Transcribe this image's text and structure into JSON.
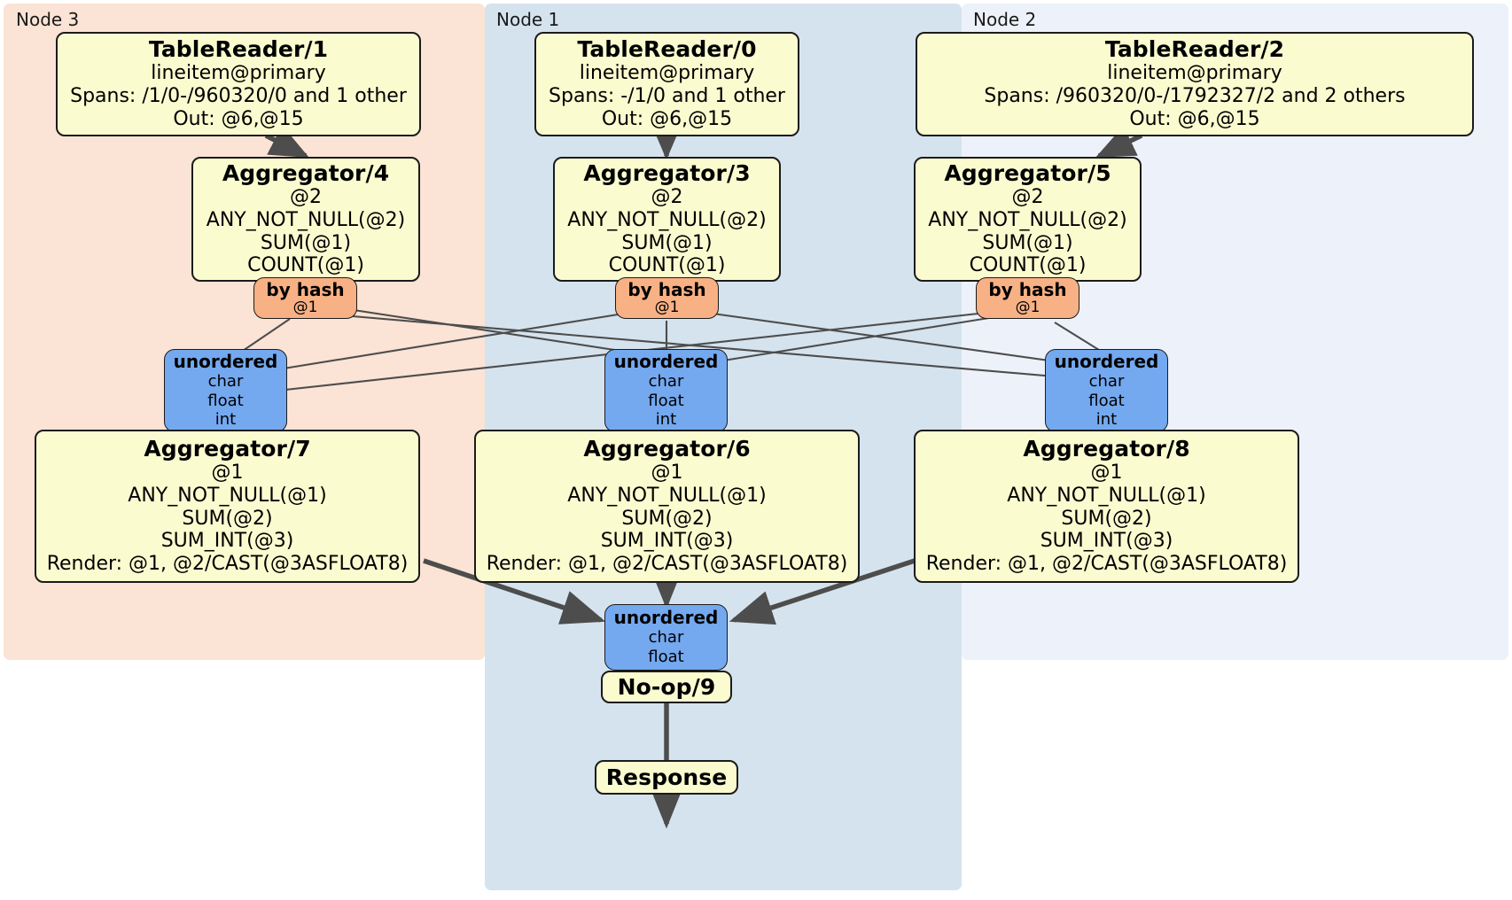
{
  "diagram": {
    "title": "Distributed SQL physical query plan",
    "colors": {
      "node3_panel": "#fbe3d5",
      "node1_panel": "#d5e3ee",
      "node2_panel": "#edf1fa",
      "processor_fill": "#fbfbd0",
      "router_fill": "#f7b184",
      "sync_fill": "#74a9ef",
      "stroke": "#1b1b1b",
      "edge": "#4d4d4d"
    }
  },
  "panels": [
    {
      "id": "node3",
      "label": "Node 3"
    },
    {
      "id": "node1",
      "label": "Node 1"
    },
    {
      "id": "node2",
      "label": "Node 2"
    }
  ],
  "nodes": {
    "tablereader_1": {
      "title": "TableReader/1",
      "lines": [
        "lineitem@primary",
        "Spans: /1/0-/960320/0 and 1 other",
        "Out: @6,@15"
      ]
    },
    "tablereader_0": {
      "title": "TableReader/0",
      "lines": [
        "lineitem@primary",
        "Spans: -/1/0 and 1 other",
        "Out: @6,@15"
      ]
    },
    "tablereader_2": {
      "title": "TableReader/2",
      "lines": [
        "lineitem@primary",
        "Spans: /960320/0-/1792327/2 and 2 others",
        "Out: @6,@15"
      ]
    },
    "aggregator_4": {
      "title": "Aggregator/4",
      "lines": [
        "@2",
        "ANY_NOT_NULL(@2)",
        "SUM(@1)",
        "COUNT(@1)"
      ]
    },
    "aggregator_3": {
      "title": "Aggregator/3",
      "lines": [
        "@2",
        "ANY_NOT_NULL(@2)",
        "SUM(@1)",
        "COUNT(@1)"
      ]
    },
    "aggregator_5": {
      "title": "Aggregator/5",
      "lines": [
        "@2",
        "ANY_NOT_NULL(@2)",
        "SUM(@1)",
        "COUNT(@1)"
      ]
    },
    "byhash_left": {
      "title": "by hash",
      "lines": [
        "@1"
      ]
    },
    "byhash_center": {
      "title": "by hash",
      "lines": [
        "@1"
      ]
    },
    "byhash_right": {
      "title": "by hash",
      "lines": [
        "@1"
      ]
    },
    "unordered_left": {
      "title": "unordered",
      "lines": [
        "char",
        "float",
        "int"
      ]
    },
    "unordered_center": {
      "title": "unordered",
      "lines": [
        "char",
        "float",
        "int"
      ]
    },
    "unordered_right": {
      "title": "unordered",
      "lines": [
        "char",
        "float",
        "int"
      ]
    },
    "aggregator_7": {
      "title": "Aggregator/7",
      "lines": [
        "@1",
        "ANY_NOT_NULL(@1)",
        "SUM(@2)",
        "SUM_INT(@3)",
        "Render: @1, @2/CAST(@3ASFLOAT8)"
      ]
    },
    "aggregator_6": {
      "title": "Aggregator/6",
      "lines": [
        "@1",
        "ANY_NOT_NULL(@1)",
        "SUM(@2)",
        "SUM_INT(@3)",
        "Render: @1, @2/CAST(@3ASFLOAT8)"
      ]
    },
    "aggregator_8": {
      "title": "Aggregator/8",
      "lines": [
        "@1",
        "ANY_NOT_NULL(@1)",
        "SUM(@2)",
        "SUM_INT(@3)",
        "Render: @1, @2/CAST(@3ASFLOAT8)"
      ]
    },
    "unordered_final": {
      "title": "unordered",
      "lines": [
        "char",
        "float"
      ]
    },
    "noop_9": {
      "title": "No-op/9",
      "lines": []
    },
    "response": {
      "title": "Response",
      "lines": []
    }
  }
}
